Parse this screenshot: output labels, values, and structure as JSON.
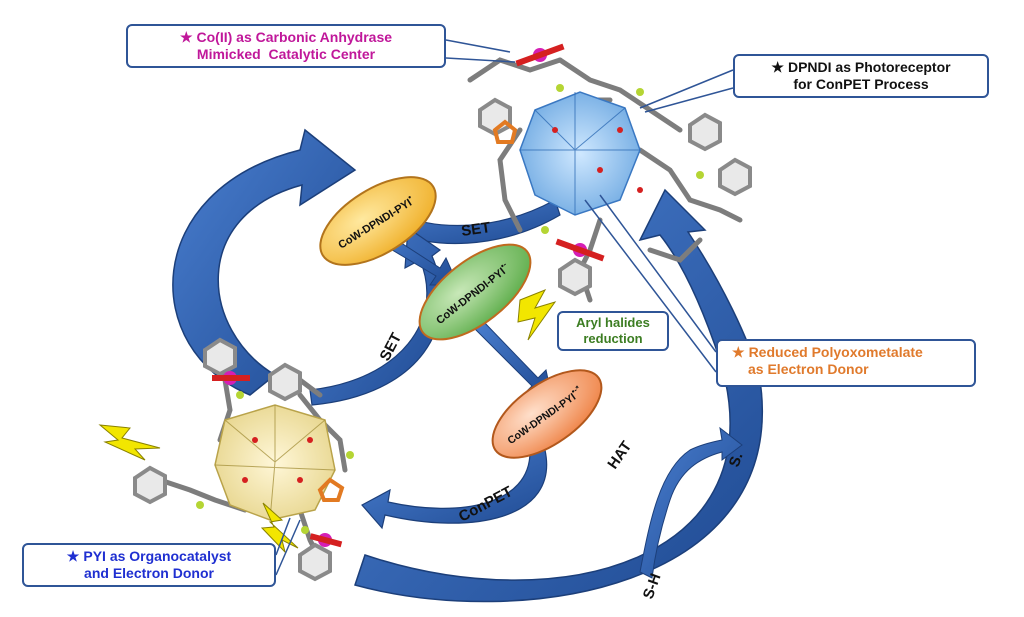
{
  "callouts": {
    "co": {
      "star": "★",
      "line1": "Co(II) as Carbonic Anhydrase",
      "line2": "Mimicked  Catalytic Center",
      "color": "#c0179a"
    },
    "dpndi": {
      "star": "★",
      "line1": "DPNDI as Photoreceptor",
      "line2": "for ConPET Process",
      "color": "#111111"
    },
    "pom": {
      "star": "★",
      "line1": "Reduced Polyoxometalate",
      "line2": "as Electron Donor",
      "color": "#e07a2c"
    },
    "pyi": {
      "star": "★",
      "line1": "PYI as Organocatalyst",
      "line2": "and Electron Donor",
      "color": "#1f2fd1"
    },
    "aryl": {
      "line1": "Aryl halides",
      "line2": "reduction",
      "color": "#3c7d22"
    }
  },
  "species": {
    "top": {
      "label": "CoW-DPNDI-PYI",
      "sup": "•",
      "color": "#f7c24a"
    },
    "middle": {
      "label": "CoW-DPNDI-PYI",
      "sup": "•-",
      "color": "#7ec46b"
    },
    "bottom": {
      "label": "CoW-DPNDI-PYI",
      "sup": "•-*",
      "color": "#f39a6a"
    }
  },
  "labels": {
    "set_top": "SET",
    "set_left": "SET",
    "conpet": "ConPET",
    "hat": "HAT",
    "s_radical": "S.",
    "s_h": "S-H"
  },
  "colors": {
    "arrow": "#2e5eaa",
    "arrow_dark": "#1c3f7a",
    "bolt": "#f2e600"
  }
}
